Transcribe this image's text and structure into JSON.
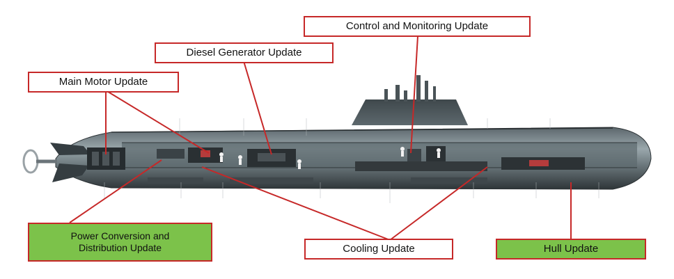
{
  "callouts": {
    "control": "Control and Monitoring Update",
    "diesel": "Diesel Generator Update",
    "main_motor": "Main Motor Update",
    "power": "Power Conversion and Distribution Update",
    "cooling": "Cooling Update",
    "hull": "Hull Update"
  },
  "colors": {
    "callout_border": "#c62828",
    "leader_line": "#c62828",
    "green_box": "#7cc24a",
    "hull_dark": "#3a4448",
    "hull_light": "#7b8a90"
  }
}
